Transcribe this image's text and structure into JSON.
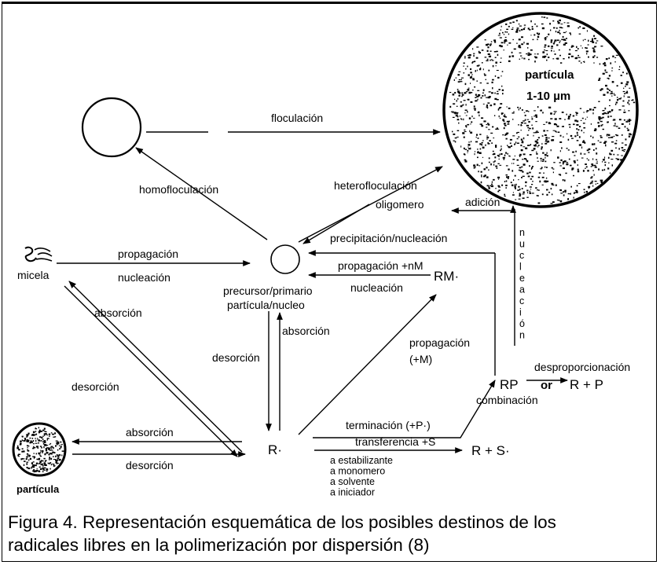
{
  "diagram": {
    "particle_big": "partícula",
    "particle_size": "1-10 µm",
    "floculacion": "floculación",
    "homofloculacion": "homofloculación",
    "heterofloculacion": "heterofloculación",
    "oligomero": "oligomero",
    "adicion": "adición",
    "precipitacion": "precipitación/nucleación",
    "propagacion_nM": "propagación +nM",
    "nucleacion_center": "nucleación",
    "RM": "RM·",
    "precursor": "precursor/primario",
    "particula_nucleo": "partícula/nucleo",
    "micela": "micela",
    "propagacion_left": "propagación",
    "nucleacion_left": "nucleación",
    "absorcion_diag": "absorción",
    "absorcion_vert": "absorción",
    "desorcion_vert": "desorción",
    "desorcion_diag": "desorción",
    "propagacion_M": "propagación",
    "M_paren": "(+M)",
    "nucleacion_vertical": [
      "n",
      "u",
      "c",
      "l",
      "e",
      "a",
      "c",
      "i",
      "ó",
      "n"
    ],
    "desproporcionacion": "desproporcionación",
    "RP": "RP",
    "or": "or",
    "RplusP": "R  +  P",
    "combinacion": "combinación",
    "terminacion": "terminación (+P·)",
    "transferencia": "transferencia +S",
    "RplusS": "R  +  S·",
    "R_dot": "R·",
    "transfer_list": [
      "a estabilizante",
      "a monomero",
      "a solvente",
      "a iniciador"
    ],
    "absorcion_bottom": "absorción",
    "desorcion_bottom": "desorción",
    "particula_small": "partícula"
  },
  "caption": {
    "line1": "Figura 4. Representación esquemática de los posibles destinos de los",
    "line2": "radicales libres en la polimerización por dispersión (8)"
  }
}
